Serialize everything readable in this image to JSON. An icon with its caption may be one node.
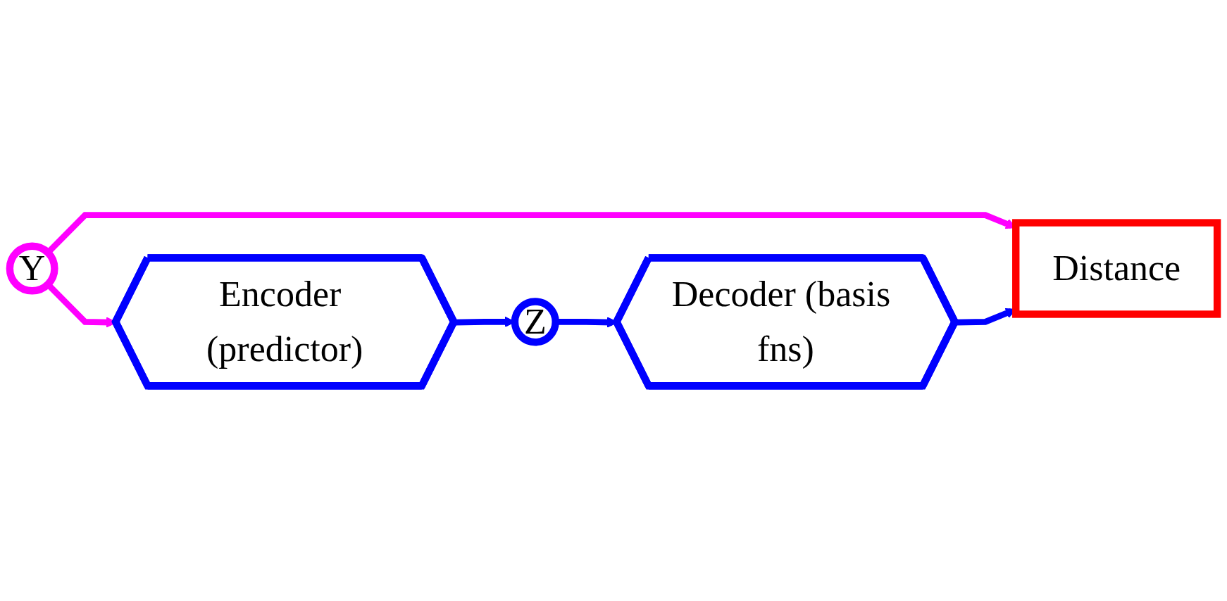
{
  "diagram": {
    "nodes": [
      {
        "text": [
          "Distance"
        ]
      },
      {
        "text": [
          "Decoder (basis fns)"
        ]
      },
      {
        "text": [
          "Y"
        ]
      },
      {
        "text": [
          "Z"
        ]
      },
      {
        "text": [
          "Encoder (predictor)"
        ]
      }
    ],
    "edges": [
      {
        "from": 2,
        "to": 0,
        "arrow": "to",
        "color": "#ff00ff"
      },
      {
        "from": 1,
        "to": 0,
        "arrow": "to"
      },
      {
        "from": 3,
        "to": 1,
        "arrow": "to"
      },
      {
        "from": 2,
        "to": 4,
        "arrow": "to",
        "color": "#ff00ff"
      },
      {
        "from": 4,
        "to": 3,
        "arrow": "to"
      }
    ]
  }
}
